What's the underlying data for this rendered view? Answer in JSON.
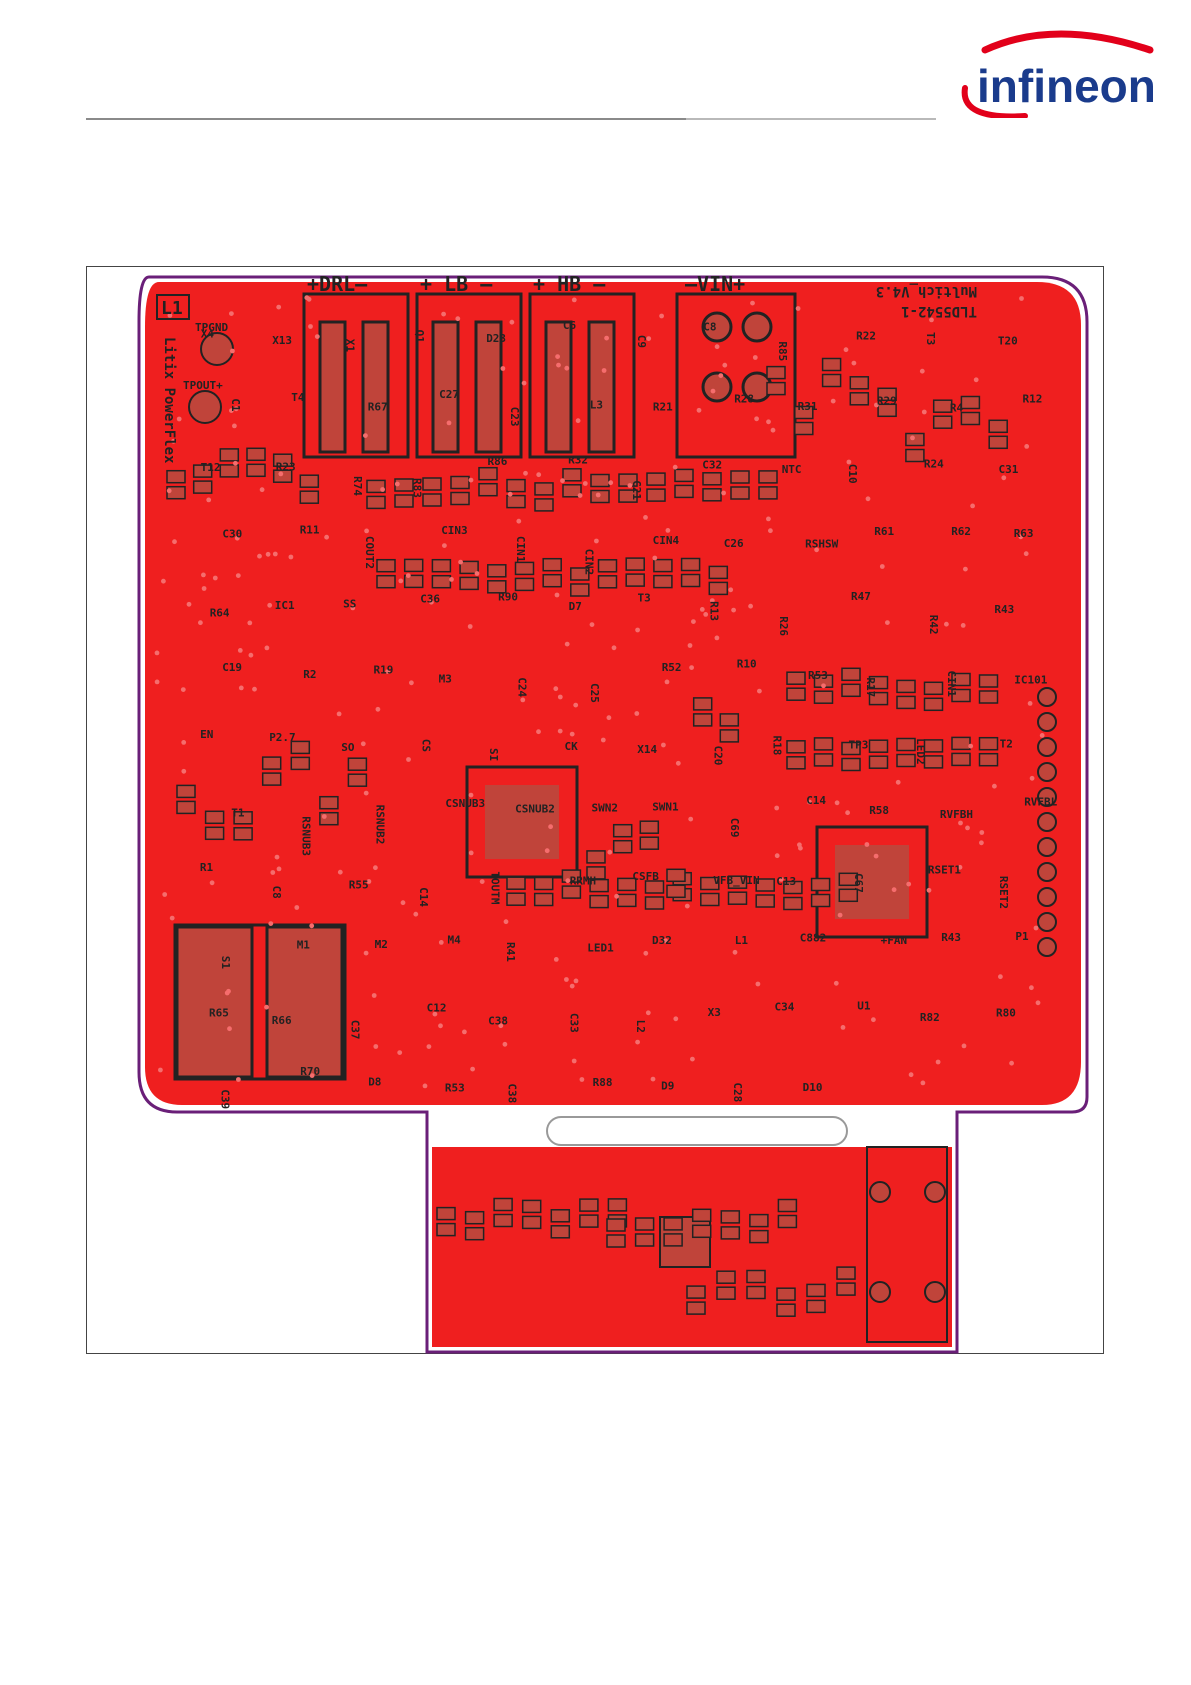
{
  "header": {
    "logo_text": "infineon",
    "colors": {
      "brand_blue": "#1a3b8c",
      "brand_red": "#e2001a"
    }
  },
  "board": {
    "colors": {
      "copper": "#ef1f1f",
      "pad": "#c0443a",
      "silkscreen": "#222222",
      "outline": "#6a1f78"
    },
    "connector_labels": [
      "+DRL–",
      "+ LB –",
      "+ HB –",
      "–VIN+"
    ],
    "board_name": "TLD5542-1",
    "board_version": "Multich_V4.3",
    "layer_label": "L1",
    "side_text": "Litix PowerFlex",
    "test_points": [
      "TPGND",
      "TPOUT+"
    ],
    "labels": [
      "X4",
      "X13",
      "X1",
      "Q1",
      "D23",
      "C6",
      "C9",
      "C8",
      "R85",
      "R22",
      "T3",
      "T20",
      "C1",
      "T4",
      "R67",
      "C27",
      "C23",
      "L3",
      "R21",
      "R28",
      "R31",
      "R29",
      "R4",
      "R12",
      "T12",
      "R23",
      "R74",
      "R83",
      "R86",
      "R32",
      "C21",
      "C32",
      "NTC",
      "C10",
      "R24",
      "C31",
      "C30",
      "R11",
      "COUT2",
      "CIN3",
      "CIN1",
      "CIN2",
      "CIN4",
      "C26",
      "RSHSW",
      "R61",
      "R62",
      "R63",
      "R64",
      "IC1",
      "SS",
      "C36",
      "R90",
      "D7",
      "T3",
      "R13",
      "R26",
      "R47",
      "R42",
      "R43",
      "C19",
      "R2",
      "R19",
      "M3",
      "C24",
      "C25",
      "R52",
      "R10",
      "R53",
      "R17",
      "CIN1",
      "IC101",
      "EN",
      "P2.7",
      "SO",
      "CS",
      "SI",
      "CK",
      "X14",
      "C20",
      "R18",
      "TP3",
      "LED2",
      "T2",
      "T1",
      "RSNUB3",
      "RSNUB2",
      "CSNUB3",
      "CSNUB2",
      "SWN2",
      "SWN1",
      "C69",
      "C14",
      "R58",
      "RVFBH",
      "RVFBL",
      "R1",
      "C8",
      "R55",
      "C14",
      "TOUTM",
      "RRMH",
      "CSFB",
      "VFB_VIN",
      "C13",
      "C67",
      "RSET1",
      "RSET2",
      "S1",
      "M1",
      "M2",
      "M4",
      "R41",
      "LED1",
      "D32",
      "L1",
      "C882",
      "+FAN",
      "R43",
      "P1",
      "R65",
      "R66",
      "C37",
      "C12",
      "C38",
      "C33",
      "L2",
      "X3",
      "C34",
      "U1",
      "R82",
      "R80",
      "C39",
      "R70",
      "D8",
      "R53",
      "C38",
      "R88",
      "D9",
      "C28",
      "D10"
    ]
  }
}
